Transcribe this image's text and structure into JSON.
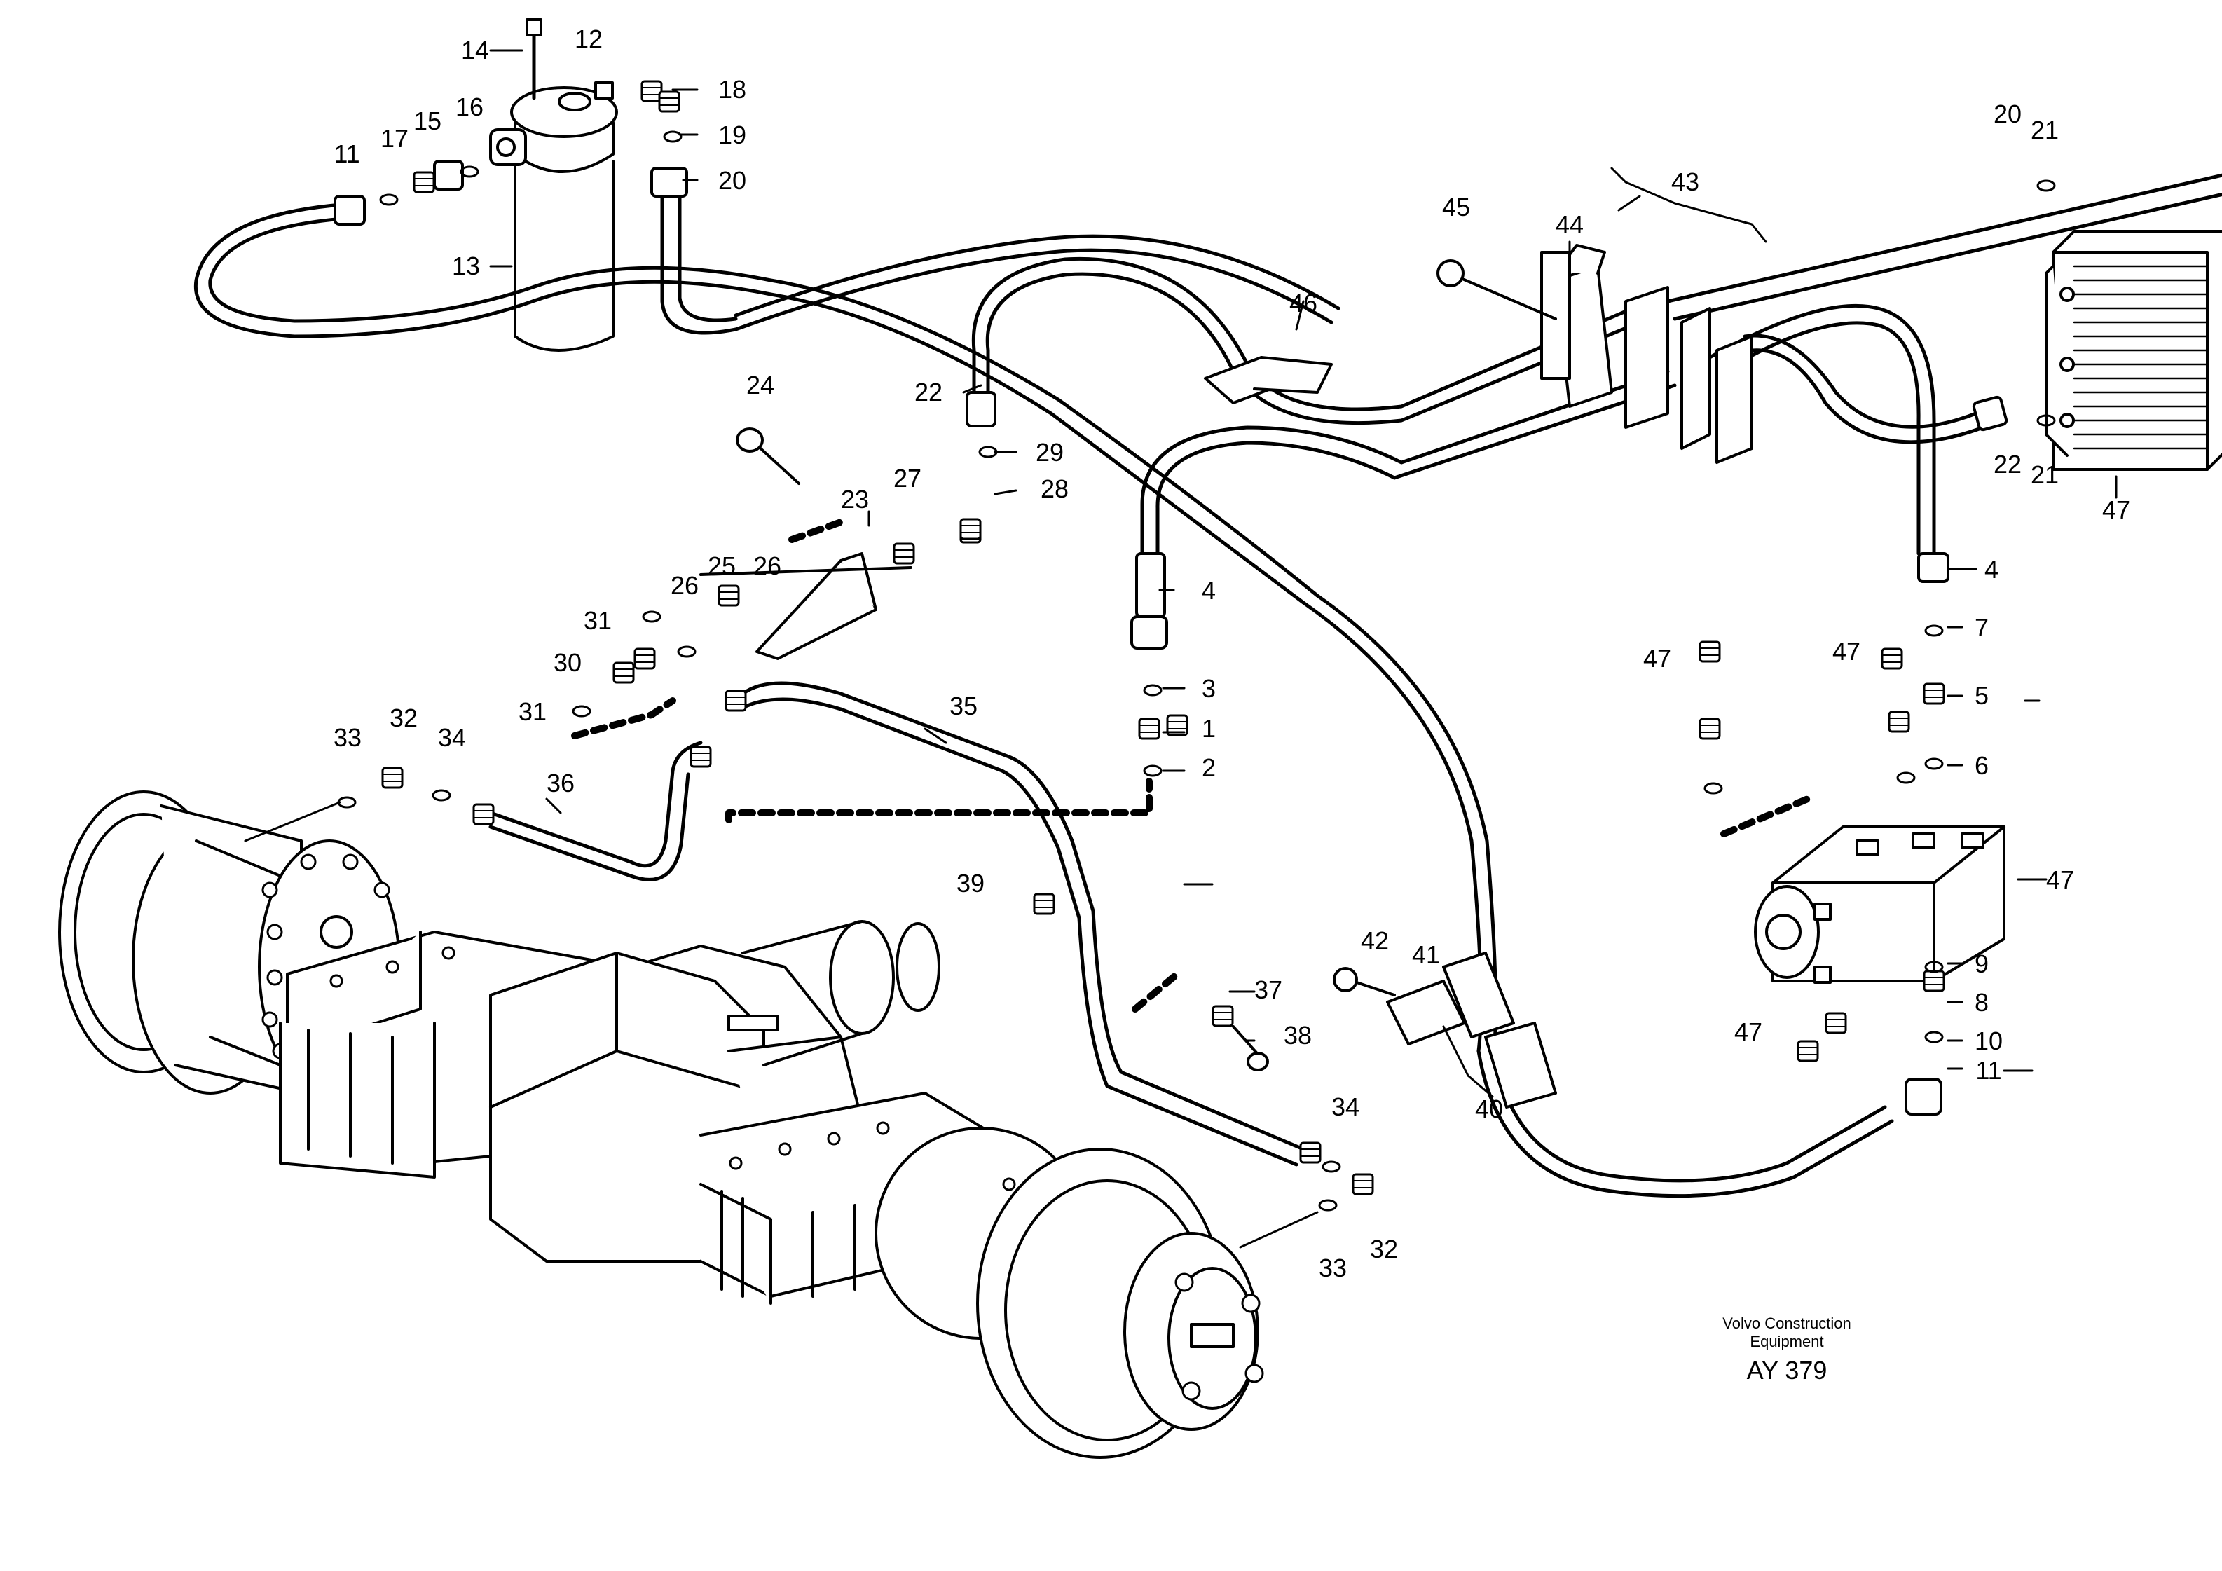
{
  "callouts": [
    "1",
    "2",
    "3",
    "4",
    "4",
    "5",
    "6",
    "7",
    "8",
    "9",
    "10",
    "11",
    "11",
    "12",
    "13",
    "14",
    "15",
    "16",
    "17",
    "18",
    "19",
    "20",
    "20",
    "21",
    "21",
    "22",
    "22",
    "23",
    "24",
    "25",
    "26",
    "26",
    "27",
    "28",
    "29",
    "30",
    "31",
    "31",
    "32",
    "32",
    "33",
    "33",
    "34",
    "34",
    "35",
    "36",
    "37",
    "38",
    "39",
    "40",
    "41",
    "42",
    "43",
    "44",
    "45",
    "46",
    "47",
    "47",
    "47",
    "47",
    "47"
  ],
  "caption": {
    "line1": "Volvo Construction",
    "line2": "Equipment",
    "code": "AY 379"
  },
  "colors": {
    "line": "#000000",
    "paper": "#ffffff",
    "fill": "#ffffff"
  }
}
